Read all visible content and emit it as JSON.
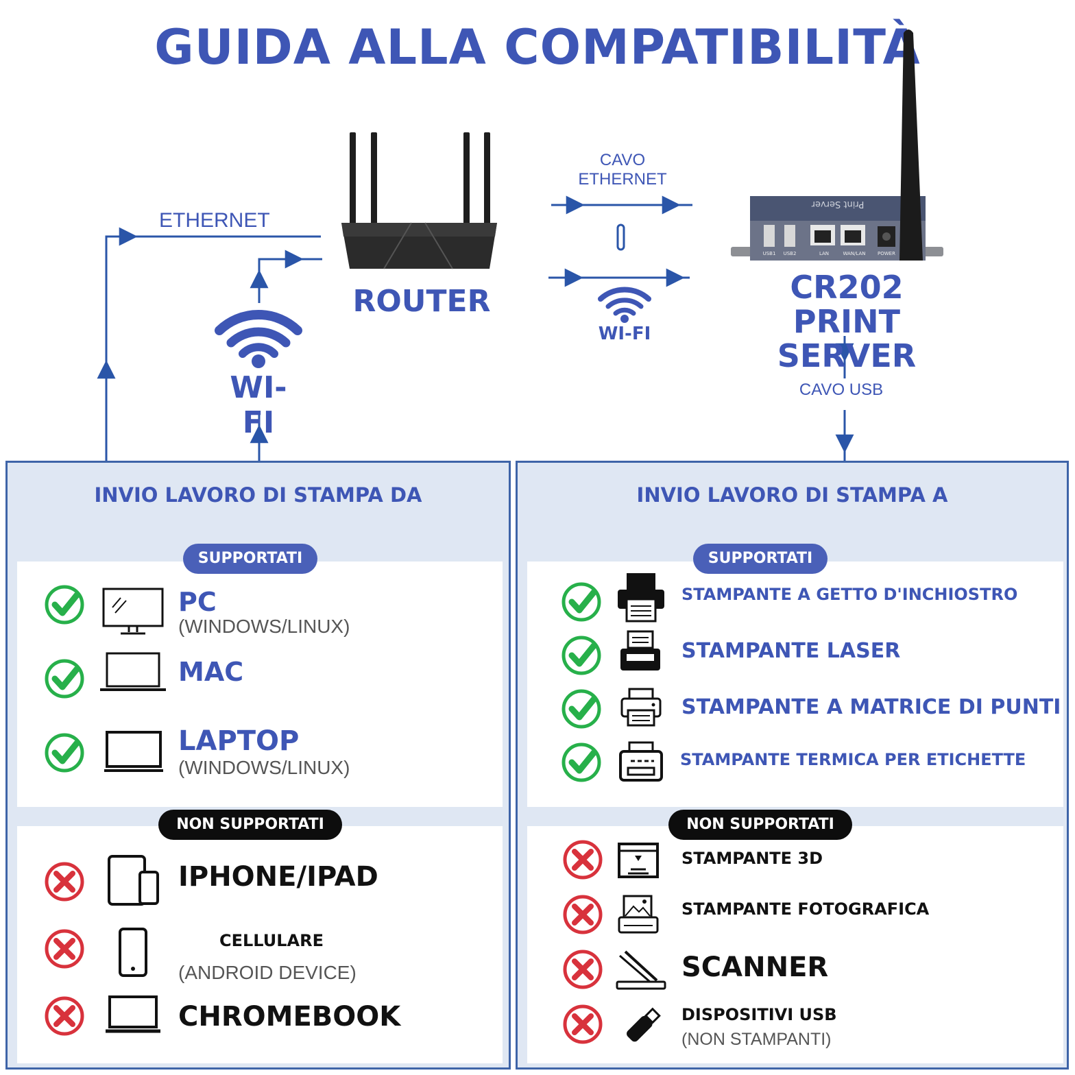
{
  "title": "GUIDA ALLA COMPATIBILITÀ",
  "diagram": {
    "ethernet_label": "ETHERNET",
    "wifi_left_label": "WI-FI",
    "router_label": "ROUTER",
    "cable_ethernet_label_1": "CAVO",
    "cable_ethernet_label_2": "ETHERNET",
    "wifi_mid_label": "WI-FI",
    "server_label_1": "CR202 PRINT",
    "server_label_2": "SERVER",
    "usb_cable_label": "CAVO USB",
    "server_text": "Print Server",
    "server_ports": [
      "USB1",
      "USB2",
      "LAN",
      "WAN/LAN",
      "POWER"
    ]
  },
  "left_panel": {
    "title": "INVIO LAVORO DI STAMPA DA",
    "supported_label": "SUPPORTATI",
    "supported": [
      {
        "name": "PC",
        "sub": "(WINDOWS/LINUX)",
        "icon": "monitor-icon"
      },
      {
        "name": "MAC",
        "sub": "",
        "icon": "laptop-icon"
      },
      {
        "name": "LAPTOP",
        "sub": "(WINDOWS/LINUX)",
        "icon": "laptop-icon"
      }
    ],
    "unsupported_label": "NON SUPPORTATI",
    "unsupported": [
      {
        "name": "IPHONE/IPAD",
        "sub": "",
        "icon": "tablet-phone-icon"
      },
      {
        "name": "CELLULARE",
        "sub": "(ANDROID DEVICE)",
        "icon": "phone-icon"
      },
      {
        "name": "CHROMEBOOK",
        "sub": "",
        "icon": "laptop-icon"
      }
    ]
  },
  "right_panel": {
    "title": "INVIO LAVORO DI STAMPA A",
    "supported_label": "SUPPORTATI",
    "supported": [
      {
        "name": "STAMPANTE A GETTO D'INCHIOSTRO",
        "icon": "inkjet-printer-icon"
      },
      {
        "name": "STAMPANTE LASER",
        "icon": "laser-printer-icon"
      },
      {
        "name": "STAMPANTE A MATRICE DI PUNTI",
        "icon": "dot-matrix-printer-icon"
      },
      {
        "name": "STAMPANTE TERMICA PER ETICHETTE",
        "icon": "label-printer-icon"
      }
    ],
    "unsupported_label": "NON SUPPORTATI",
    "unsupported": [
      {
        "name": "STAMPANTE 3D",
        "sub": "",
        "icon": "3d-printer-icon"
      },
      {
        "name": "STAMPANTE FOTOGRAFICA",
        "sub": "",
        "icon": "photo-printer-icon"
      },
      {
        "name": "SCANNER",
        "sub": "",
        "icon": "scanner-icon"
      },
      {
        "name": "DISPOSITIVI USB",
        "sub": "(NON STAMPANTI)",
        "icon": "usb-drive-icon"
      }
    ]
  },
  "colors": {
    "accent": "#3e56b5",
    "check": "#27b04a",
    "cross": "#d8323c",
    "panel_bg": "#dfe7f3",
    "panel_border": "#3e64a8"
  }
}
